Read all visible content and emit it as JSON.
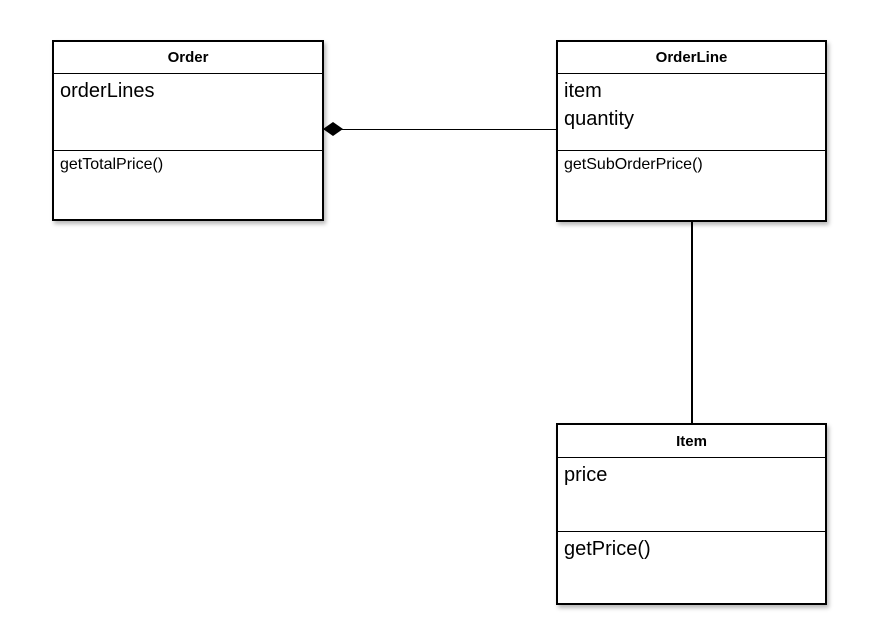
{
  "diagram": {
    "type": "uml-class-diagram",
    "colors": {
      "background": "#ffffff",
      "border": "#000000",
      "text": "#000000",
      "diamond_fill": "#000000"
    },
    "classes": [
      {
        "name": "Order",
        "attributes": [
          "orderLines"
        ],
        "methods": [
          "getTotalPrice()"
        ]
      },
      {
        "name": "OrderLine",
        "attributes": [
          "item",
          "quantity"
        ],
        "methods": [
          "getSubOrderPrice()"
        ]
      },
      {
        "name": "Item",
        "attributes": [
          "price"
        ],
        "methods": [
          "getPrice()"
        ]
      }
    ],
    "relationships": [
      {
        "type": "composition",
        "from": "Order",
        "to": "OrderLine",
        "marker": "filled-diamond",
        "marker_at": "Order"
      },
      {
        "type": "association",
        "from": "OrderLine",
        "to": "Item",
        "marker": "none"
      }
    ]
  }
}
